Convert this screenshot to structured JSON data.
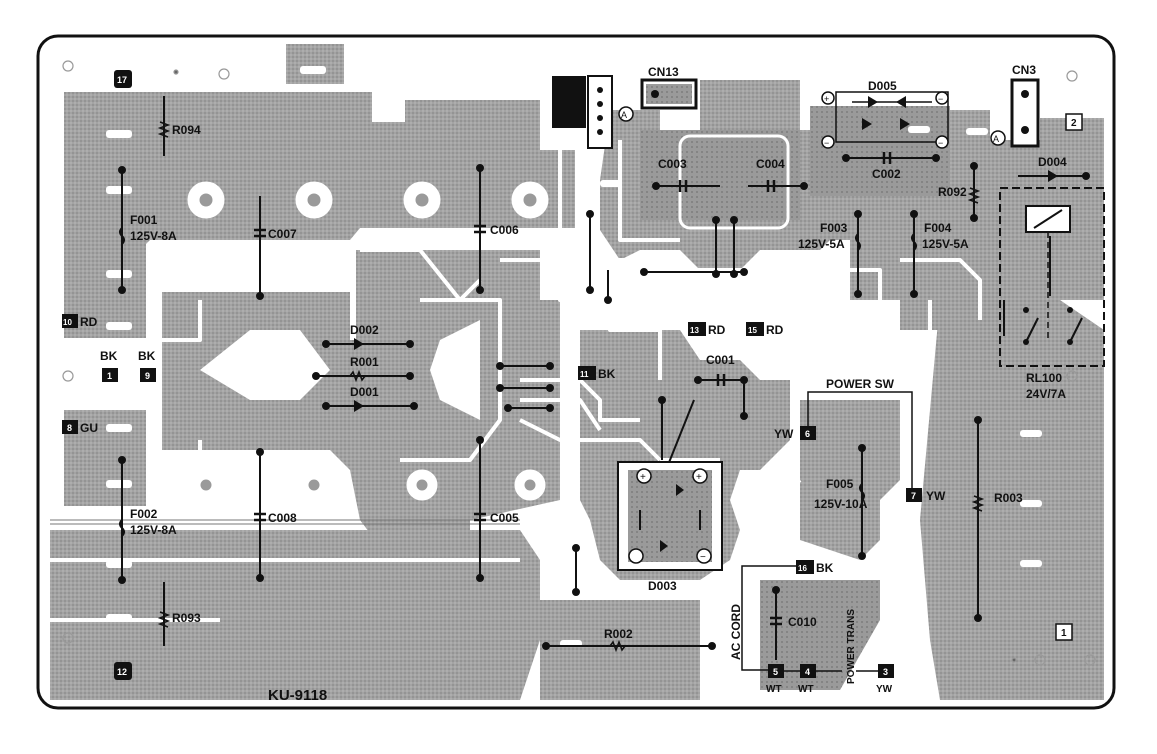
{
  "board": {
    "id": "KU-9118",
    "sheet": "1"
  },
  "connectors": {
    "cn13": "CN13",
    "cn3": "CN3",
    "label_a": "A",
    "label_plus": "+",
    "label_minus": "−"
  },
  "components": {
    "r094": "R094",
    "f001": "F001",
    "f001_rating": "125V-8A",
    "c007": "C007",
    "c006": "C006",
    "c003": "C003",
    "c004": "C004",
    "d005": "D005",
    "c002": "C002",
    "d004": "D004",
    "r092": "R092",
    "f003": "F003",
    "f003_rating": "125V-5A",
    "f004": "F004",
    "f004_rating": "125V-5A",
    "d002": "D002",
    "r001": "R001",
    "d001": "D001",
    "c001": "C001",
    "rl100": "RL100",
    "rl100_rating": "24V/7A",
    "f005": "F005",
    "f005_rating": "125V-10A",
    "r003": "R003",
    "f002": "F002",
    "f002_rating": "125V-8A",
    "c008": "C008",
    "c005": "C005",
    "d003": "D003",
    "c010": "C010",
    "r002": "R002",
    "r093": "R093"
  },
  "terminals": {
    "t17": "17",
    "t12": "12",
    "t2": "2",
    "t10": "10",
    "rd_left": "RD",
    "t1": "1",
    "t9": "9",
    "bk_a": "BK",
    "bk_b": "BK",
    "t8": "8",
    "gu": "GU",
    "t13": "13",
    "rd1": "RD",
    "t15": "15",
    "rd2": "RD",
    "t11": "11",
    "bk_mid": "BK",
    "t6": "6",
    "yw_sw": "YW",
    "t7": "7",
    "yw_r": "YW",
    "t16": "16",
    "bk_ac": "BK",
    "t5": "5",
    "wt5": "WT",
    "t4": "4",
    "wt4": "WT",
    "t3": "3",
    "yw3": "YW"
  },
  "annotations": {
    "power_sw": "POWER SW",
    "ac_cord": "AC CORD",
    "power_trans": "POWER TRANS"
  },
  "colors": {
    "copper": "#9c9c9c",
    "copper_dark": "#777777",
    "trace": "#ffffff",
    "ink": "#111111",
    "board": "#ffffff"
  }
}
